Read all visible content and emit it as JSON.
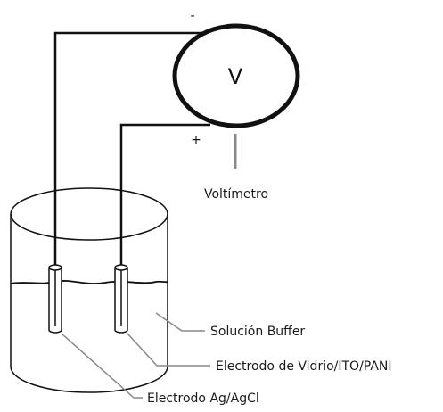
{
  "voltmeter": {
    "symbol": "V",
    "label": "Voltímetro",
    "negative_terminal": "-",
    "positive_terminal": "+"
  },
  "labels": {
    "buffer": "Solución Buffer",
    "glass_electrode": "Electrodo de Vidrio/ITO/PANI",
    "reference_electrode": "Electrodo Ag/AgCl"
  },
  "colors": {
    "wire": "#111111",
    "leader_line": "#888888",
    "outline": "#111111"
  }
}
